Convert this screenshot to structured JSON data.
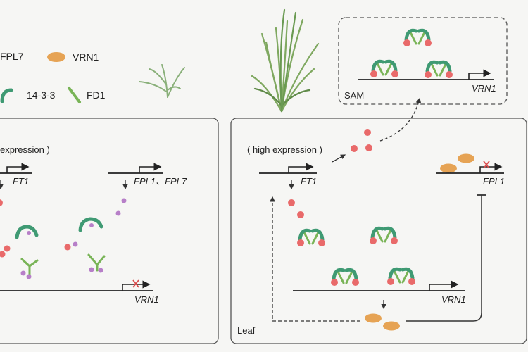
{
  "legend": {
    "fpl7": "FPL7",
    "vrn1": "VRN1",
    "protein_1433": "14-3-3",
    "fd1": "FD1"
  },
  "left_panel": {
    "expression_label": "expression )",
    "gene_ft1": "FT1",
    "gene_fpl": "FPL1、FPL7",
    "gene_vrn1": "VRN1"
  },
  "right_panel": {
    "expression_label": "( high expression )",
    "gene_ft1": "FT1",
    "gene_fpl1": "FPL1",
    "gene_vrn1": "VRN1",
    "tissue_label": "Leaf"
  },
  "sam_panel": {
    "tissue_label": "SAM",
    "gene_vrn1": "VRN1"
  },
  "colors": {
    "background": "#f6f6f4",
    "panel_border": "#555555",
    "ft_pink": "#e96a6a",
    "fpl7_purple": "#b77fc8",
    "vrn1_orange": "#e6a354",
    "protein_1433_green": "#3f9a73",
    "fd1_green": "#79b457",
    "repression_cross": "#d94a4a"
  },
  "icons": [
    "wheat-seedling-icon",
    "wheat-plant-icon",
    "promoter-arrow-icon",
    "repression-cross-icon"
  ]
}
